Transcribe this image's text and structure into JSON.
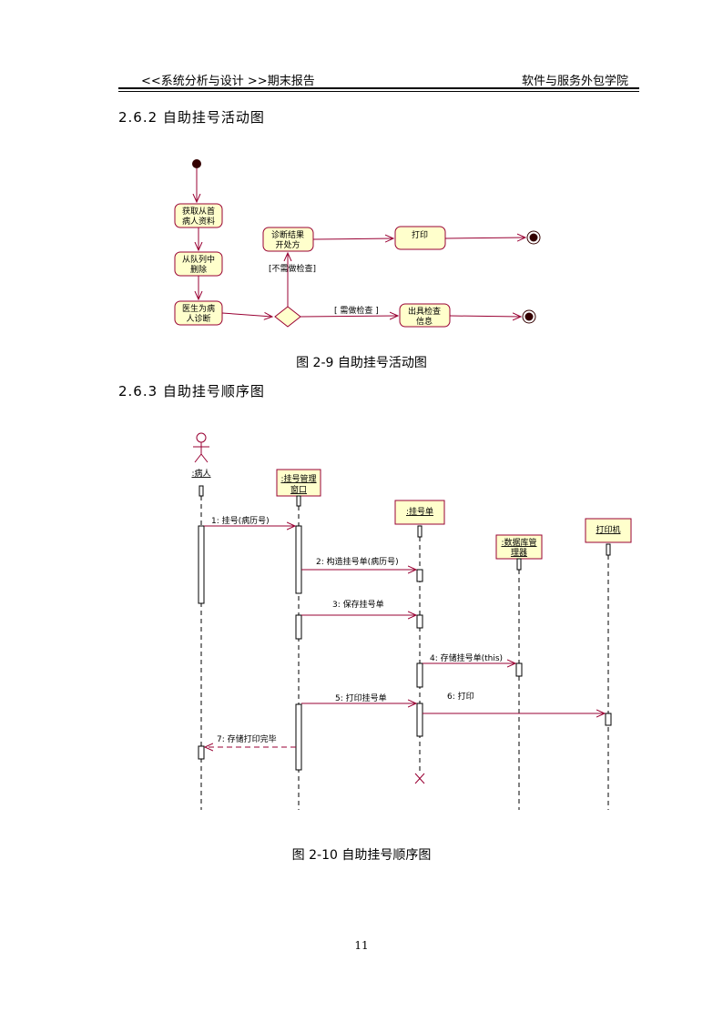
{
  "header": {
    "left": "<<系统分析与设计 >>期末报告",
    "right": "软件与服务外包学院"
  },
  "sections": {
    "activity_title": "2.6.2 自助挂号活动图",
    "sequence_title": "2.6.3 自助挂号顺序图"
  },
  "activity": {
    "nodes": {
      "get_info": [
        "获取从首",
        "病人资料"
      ],
      "remove_queue": [
        "从队列中",
        "删除"
      ],
      "doctor_diag": [
        "医生为病",
        "人诊断"
      ],
      "result": [
        "诊断结果",
        "开处方"
      ],
      "print": "打印",
      "exam_info": [
        "出具检查",
        "信息"
      ]
    },
    "guards": {
      "no_exam": "[不需做检查]",
      "need_exam": "[ 需做检查 ]"
    },
    "caption": "图 2-9 自助挂号活动图"
  },
  "sequence": {
    "lifelines": {
      "patient": ":病人",
      "window": [
        ":挂号管理",
        "窗口"
      ],
      "ticket": ":挂号单",
      "db": [
        ":数据库管",
        "理器"
      ],
      "printer": "打印机"
    },
    "messages": {
      "m1": "1: 挂号(病历号)",
      "m2": "2: 构造挂号单(病历号)",
      "m3": "3: 保存挂号单",
      "m4": "4: 存储挂号单(this)",
      "m5": "5: 打印挂号单",
      "m6": "6: 打印",
      "m7": "7: 存储打印完毕"
    },
    "caption": "图 2-10 自助挂号顺序图"
  },
  "page_number": "11",
  "colors": {
    "stroke": "#990033",
    "node_fill": "#ffffcc"
  }
}
